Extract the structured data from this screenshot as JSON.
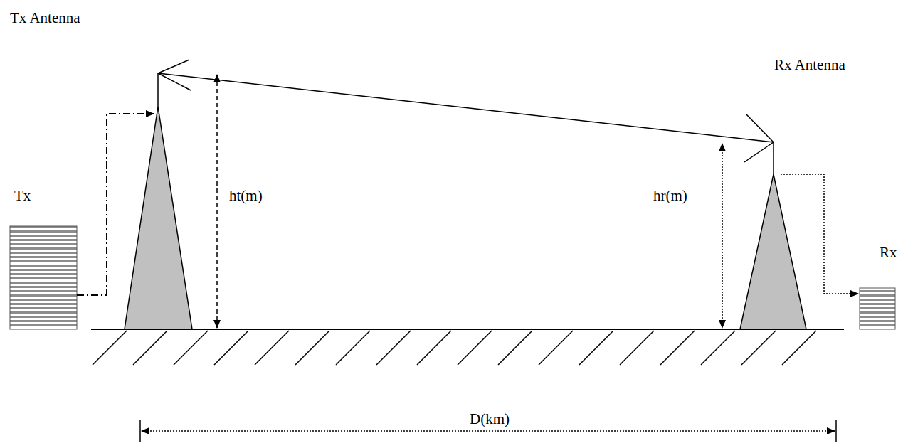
{
  "diagram": {
    "labels": [
      "Tx Antenna",
      "Rx Antenna",
      "Tx",
      "ht(m)",
      "hr(m)",
      "Rx",
      "D(km)"
    ]
  }
}
